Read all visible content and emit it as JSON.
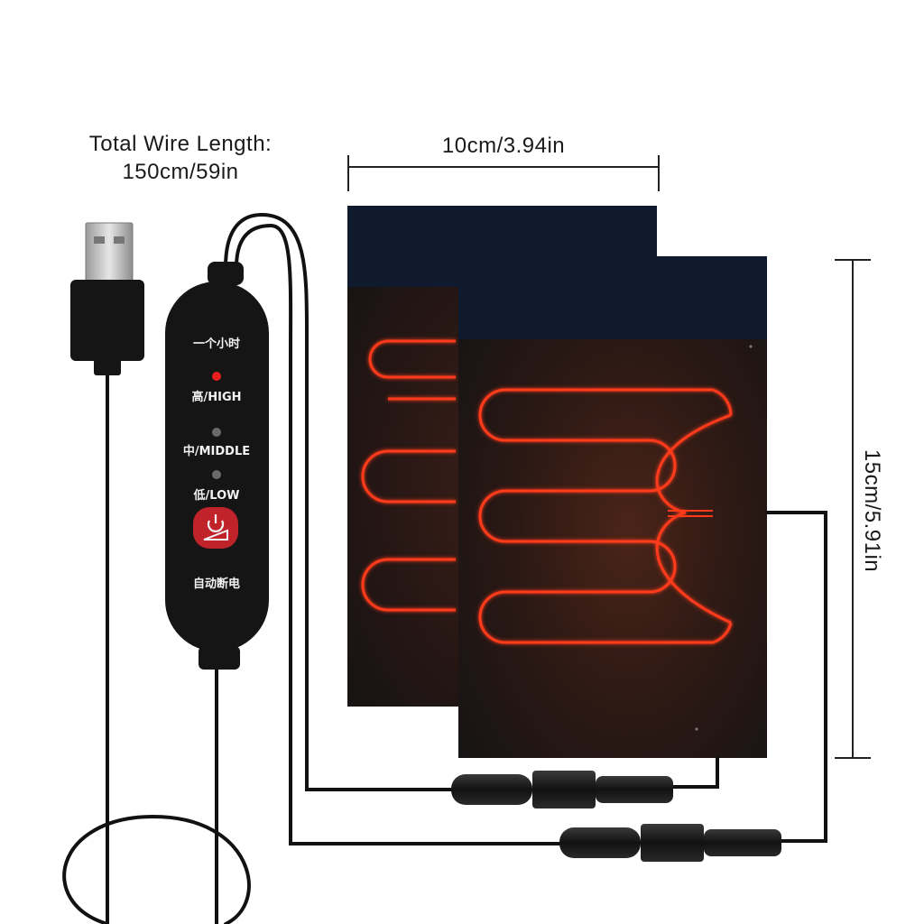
{
  "labels": {
    "wire_length_title": "Total Wire Length:",
    "wire_length_value": "150cm/59in",
    "pad_width": "10cm/3.94in",
    "pad_height": "15cm/5.91in"
  },
  "controller": {
    "timer": "一个小时",
    "high": "高/HIGH",
    "middle": "中/MIDDLE",
    "low": "低/LOW",
    "auto_off": "自动断电"
  },
  "colors": {
    "pad_dark": "#1a1414",
    "pad_top_band": "#0f1a2e",
    "heating_wire": "#ff3a1a",
    "controller_body": "#151515",
    "power_button": "#c0232a",
    "led_on": "#e82020",
    "led_off": "#6a6a6a"
  }
}
